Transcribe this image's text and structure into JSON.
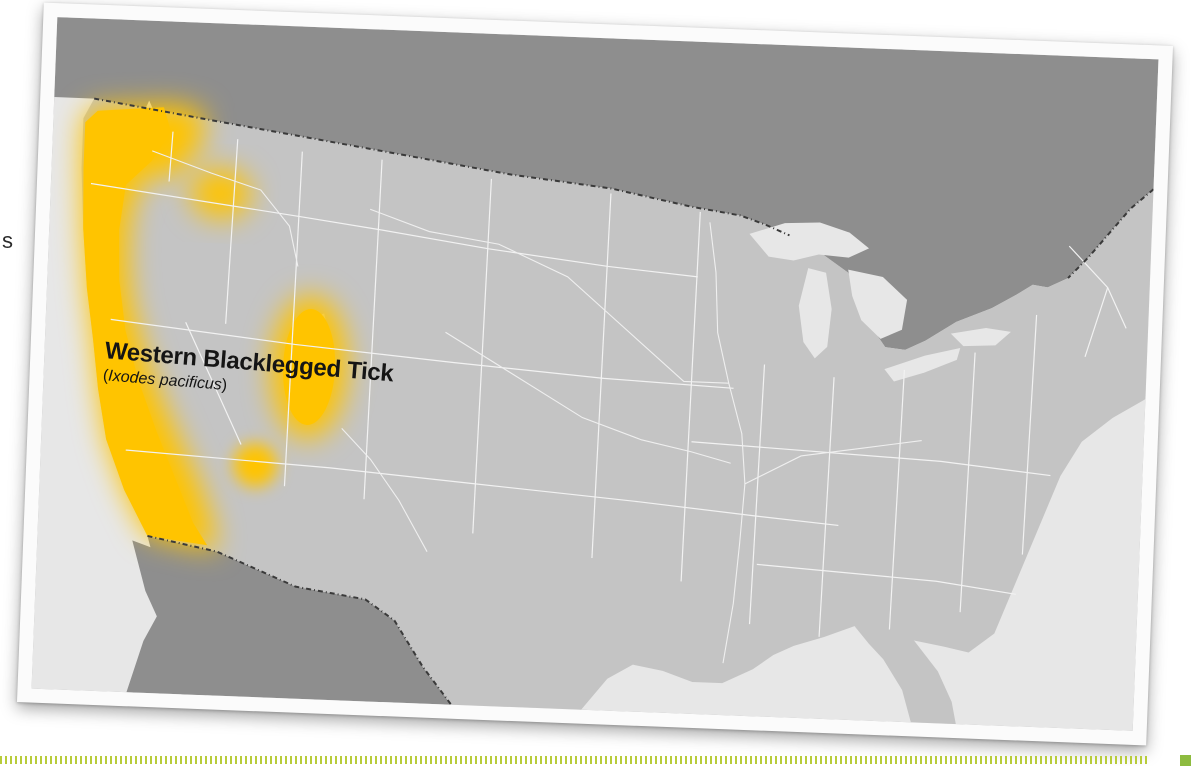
{
  "side_text": "s",
  "map": {
    "range_label": {
      "common_name": "Western Blacklegged Tick",
      "open_paren": "(",
      "scientific_name": "Ixodes pacificus",
      "close_paren": ")"
    },
    "colors": {
      "land_us": "#c4c4c4",
      "land_foreign": "#8e8e8e",
      "water": "#e7e7e7",
      "borders": "#f2f2f2",
      "rivers": "#efefef",
      "international_border": "#3a3a3a",
      "tick_range": "#ffc400"
    }
  },
  "decor": {
    "footer_dot_color": "#b8cc3a",
    "corner_tab_color": "#8dbb3f"
  }
}
